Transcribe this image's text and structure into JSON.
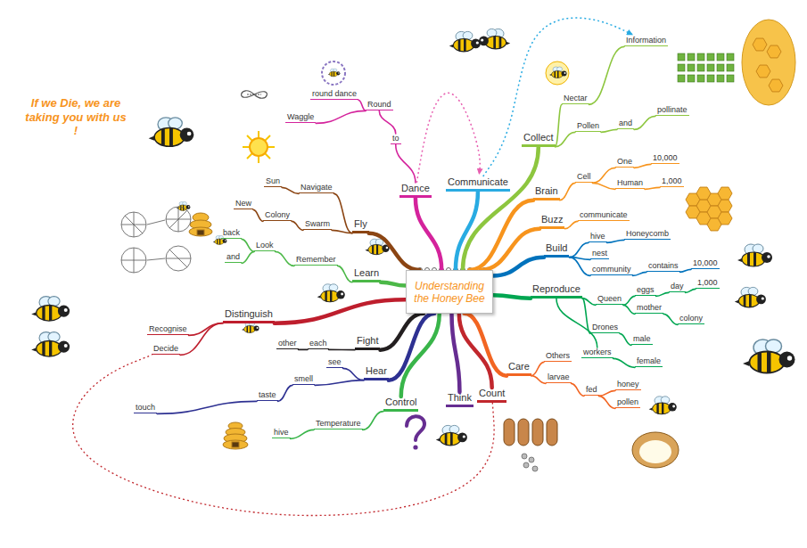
{
  "diagram": {
    "nodes": [
      {
        "text": [
          "Understanding the Honey Bee"
        ]
      },
      {
        "text": [
          "Dance"
        ]
      },
      {
        "text": [
          "to"
        ]
      },
      {
        "text": [
          "Round"
        ]
      },
      {
        "text": [
          "round dance"
        ]
      },
      {
        "text": [
          "Waggle"
        ]
      },
      {
        "text": [
          "Communicate"
        ]
      },
      {
        "text": [
          "Collect"
        ]
      },
      {
        "text": [
          "Nectar"
        ]
      },
      {
        "text": [
          "Information"
        ]
      },
      {
        "text": [
          "Pollen"
        ]
      },
      {
        "text": [
          "and"
        ]
      },
      {
        "text": [
          "pollinate"
        ]
      },
      {
        "text": [
          "Brain"
        ]
      },
      {
        "text": [
          "Cell"
        ]
      },
      {
        "text": [
          "One"
        ]
      },
      {
        "text": [
          "10,000"
        ]
      },
      {
        "text": [
          "Human"
        ]
      },
      {
        "text": [
          "1,000"
        ]
      },
      {
        "text": [
          "Buzz"
        ]
      },
      {
        "text": [
          "communicate"
        ]
      },
      {
        "text": [
          "Build"
        ]
      },
      {
        "text": [
          "hive"
        ]
      },
      {
        "text": [
          "Honeycomb"
        ]
      },
      {
        "text": [
          "nest"
        ]
      },
      {
        "text": [
          "community"
        ]
      },
      {
        "text": [
          "contains"
        ]
      },
      {
        "text": [
          "10,000"
        ]
      },
      {
        "text": [
          "Reproduce"
        ]
      },
      {
        "text": [
          "Queen"
        ]
      },
      {
        "text": [
          "eggs"
        ]
      },
      {
        "text": [
          "day"
        ]
      },
      {
        "text": [
          "1,000"
        ]
      },
      {
        "text": [
          "mother"
        ]
      },
      {
        "text": [
          "colony"
        ]
      },
      {
        "text": [
          "Drones"
        ]
      },
      {
        "text": [
          "male"
        ]
      },
      {
        "text": [
          "workers"
        ]
      },
      {
        "text": [
          "female"
        ]
      },
      {
        "text": [
          "Care"
        ]
      },
      {
        "text": [
          "Others"
        ]
      },
      {
        "text": [
          "larvae"
        ]
      },
      {
        "text": [
          "fed"
        ]
      },
      {
        "text": [
          "honey"
        ]
      },
      {
        "text": [
          "pollen"
        ]
      },
      {
        "text": [
          "Count"
        ]
      },
      {
        "text": [
          "Think"
        ]
      },
      {
        "text": [
          "Control"
        ]
      },
      {
        "text": [
          "Temperature"
        ]
      },
      {
        "text": [
          "hive"
        ]
      },
      {
        "text": [
          "Hear"
        ]
      },
      {
        "text": [
          "see"
        ]
      },
      {
        "text": [
          "smell"
        ]
      },
      {
        "text": [
          "taste"
        ]
      },
      {
        "text": [
          "touch"
        ]
      },
      {
        "text": [
          "Fight"
        ]
      },
      {
        "text": [
          "each"
        ]
      },
      {
        "text": [
          "other"
        ]
      },
      {
        "text": [
          "Distinguish"
        ]
      },
      {
        "text": [
          "Recognise"
        ]
      },
      {
        "text": [
          "Decide"
        ]
      },
      {
        "text": [
          "Learn"
        ]
      },
      {
        "text": [
          "Remember"
        ]
      },
      {
        "text": [
          "Look"
        ]
      },
      {
        "text": [
          "back"
        ]
      },
      {
        "text": [
          "and"
        ]
      },
      {
        "text": [
          "Fly"
        ]
      },
      {
        "text": [
          "Navigate"
        ]
      },
      {
        "text": [
          "Sun"
        ]
      },
      {
        "text": [
          "Swarm"
        ]
      },
      {
        "text": [
          "Colony"
        ]
      },
      {
        "text": [
          "New"
        ]
      }
    ],
    "edges": [
      {
        "from": 0,
        "to": 1,
        "arrow": "none"
      },
      {
        "from": 1,
        "to": 2,
        "arrow": "none"
      },
      {
        "from": 2,
        "to": 3,
        "arrow": "none"
      },
      {
        "from": 3,
        "to": 4,
        "arrow": "none"
      },
      {
        "from": 3,
        "to": 5,
        "arrow": "none"
      },
      {
        "from": 0,
        "to": 6,
        "arrow": "none"
      },
      {
        "from": 0,
        "to": 7,
        "arrow": "none"
      },
      {
        "from": 7,
        "to": 8,
        "arrow": "none"
      },
      {
        "from": 8,
        "to": 9,
        "arrow": "none"
      },
      {
        "from": 7,
        "to": 10,
        "arrow": "none"
      },
      {
        "from": 10,
        "to": 11,
        "arrow": "none"
      },
      {
        "from": 11,
        "to": 12,
        "arrow": "none"
      },
      {
        "from": 0,
        "to": 13,
        "arrow": "none"
      },
      {
        "from": 13,
        "to": 14,
        "arrow": "none"
      },
      {
        "from": 14,
        "to": 15,
        "arrow": "none"
      },
      {
        "from": 15,
        "to": 16,
        "arrow": "none"
      },
      {
        "from": 14,
        "to": 17,
        "arrow": "none"
      },
      {
        "from": 17,
        "to": 18,
        "arrow": "none"
      },
      {
        "from": 0,
        "to": 19,
        "arrow": "none"
      },
      {
        "from": 19,
        "to": 20,
        "arrow": "none"
      },
      {
        "from": 0,
        "to": 21,
        "arrow": "none"
      },
      {
        "from": 21,
        "to": 22,
        "arrow": "none"
      },
      {
        "from": 22,
        "to": 23,
        "arrow": "none"
      },
      {
        "from": 21,
        "to": 24,
        "arrow": "none"
      },
      {
        "from": 21,
        "to": 25,
        "arrow": "none"
      },
      {
        "from": 25,
        "to": 26,
        "arrow": "none"
      },
      {
        "from": 26,
        "to": 27,
        "arrow": "none"
      },
      {
        "from": 0,
        "to": 28,
        "arrow": "none"
      },
      {
        "from": 28,
        "to": 29,
        "arrow": "none"
      },
      {
        "from": 29,
        "to": 30,
        "arrow": "none"
      },
      {
        "from": 30,
        "to": 31,
        "arrow": "none"
      },
      {
        "from": 31,
        "to": 32,
        "arrow": "none"
      },
      {
        "from": 29,
        "to": 33,
        "arrow": "none"
      },
      {
        "from": 33,
        "to": 34,
        "arrow": "none"
      },
      {
        "from": 28,
        "to": 35,
        "arrow": "none"
      },
      {
        "from": 35,
        "to": 36,
        "arrow": "none"
      },
      {
        "from": 28,
        "to": 37,
        "arrow": "none"
      },
      {
        "from": 37,
        "to": 38,
        "arrow": "none"
      },
      {
        "from": 0,
        "to": 39,
        "arrow": "none"
      },
      {
        "from": 39,
        "to": 40,
        "arrow": "none"
      },
      {
        "from": 39,
        "to": 41,
        "arrow": "none"
      },
      {
        "from": 41,
        "to": 42,
        "arrow": "none"
      },
      {
        "from": 42,
        "to": 43,
        "arrow": "none"
      },
      {
        "from": 42,
        "to": 44,
        "arrow": "none"
      },
      {
        "from": 0,
        "to": 45,
        "arrow": "none"
      },
      {
        "from": 0,
        "to": 46,
        "arrow": "none"
      },
      {
        "from": 0,
        "to": 47,
        "arrow": "none"
      },
      {
        "from": 47,
        "to": 48,
        "arrow": "none"
      },
      {
        "from": 48,
        "to": 49,
        "arrow": "none"
      },
      {
        "from": 0,
        "to": 50,
        "arrow": "none"
      },
      {
        "from": 50,
        "to": 51,
        "arrow": "none"
      },
      {
        "from": 50,
        "to": 52,
        "arrow": "none"
      },
      {
        "from": 52,
        "to": 53,
        "arrow": "none"
      },
      {
        "from": 53,
        "to": 54,
        "arrow": "none"
      },
      {
        "from": 0,
        "to": 55,
        "arrow": "none"
      },
      {
        "from": 55,
        "to": 56,
        "arrow": "none"
      },
      {
        "from": 56,
        "to": 57,
        "arrow": "none"
      },
      {
        "from": 0,
        "to": 58,
        "arrow": "none"
      },
      {
        "from": 58,
        "to": 59,
        "arrow": "none"
      },
      {
        "from": 58,
        "to": 60,
        "arrow": "none"
      },
      {
        "from": 0,
        "to": 61,
        "arrow": "none"
      },
      {
        "from": 61,
        "to": 62,
        "arrow": "none"
      },
      {
        "from": 62,
        "to": 63,
        "arrow": "none"
      },
      {
        "from": 63,
        "to": 64,
        "arrow": "none"
      },
      {
        "from": 63,
        "to": 65,
        "arrow": "none"
      },
      {
        "from": 0,
        "to": 66,
        "arrow": "none"
      },
      {
        "from": 66,
        "to": 67,
        "arrow": "none"
      },
      {
        "from": 67,
        "to": 68,
        "arrow": "none"
      },
      {
        "from": 66,
        "to": 69,
        "arrow": "none"
      },
      {
        "from": 69,
        "to": 70,
        "arrow": "none"
      },
      {
        "from": 70,
        "to": 71,
        "arrow": "none"
      },
      {
        "from": 6,
        "to": 9,
        "arrow": "to"
      },
      {
        "from": 1,
        "to": 6,
        "arrow": "to"
      },
      {
        "from": 45,
        "to": 60,
        "arrow": "none"
      }
    ],
    "labels": [
      "If we Die, we are taking you with us !"
    ]
  }
}
